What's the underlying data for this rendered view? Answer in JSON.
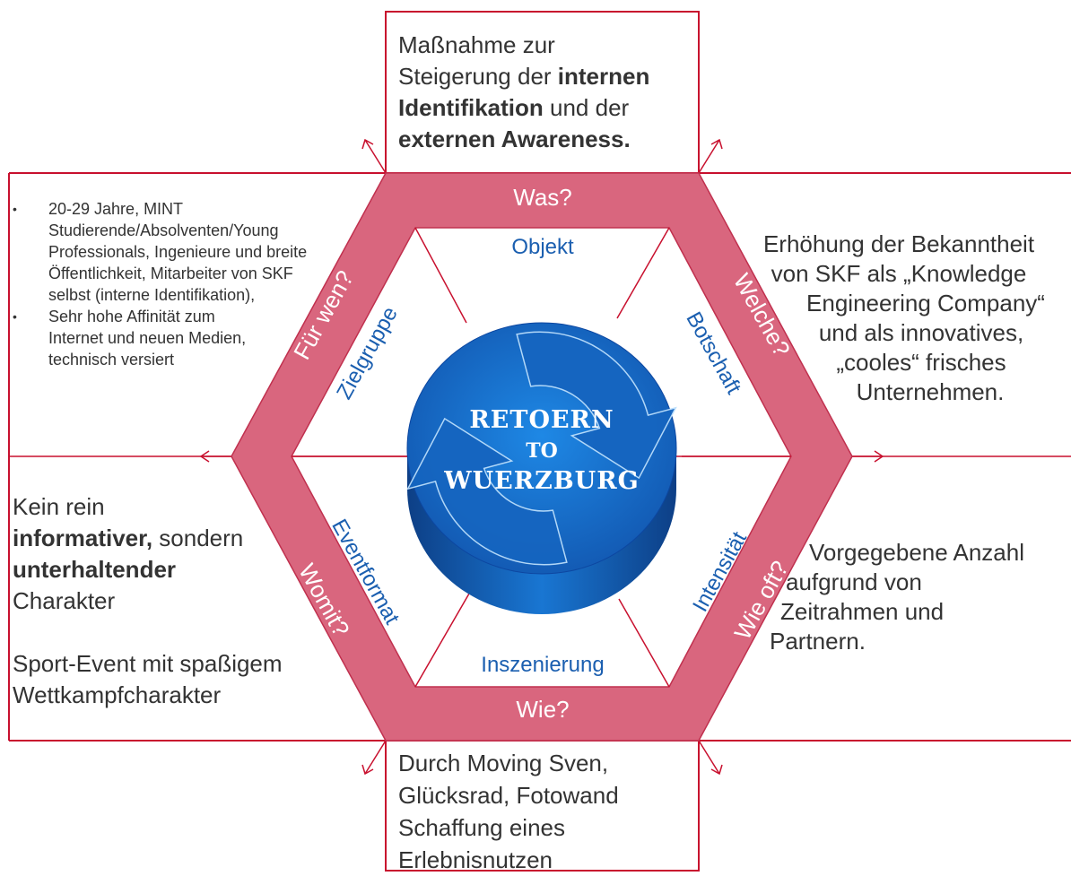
{
  "center": {
    "line1": "Retoern",
    "line2": "to",
    "line3": "Wuerzburg"
  },
  "questions": {
    "top": "Was?",
    "upper_right": "Welche?",
    "upper_left": "Für wen?",
    "lower_left": "Womit?",
    "lower_right": "Wie oft?",
    "bottom": "Wie?"
  },
  "inner_labels": {
    "objekt": "Objekt",
    "botschaft": "Botschaft",
    "zielgruppe": "Zielgruppe",
    "eventformat": "Eventformat",
    "intensitaet": "Intensität",
    "inszenierung": "Inszenierung"
  },
  "boxes": {
    "top": {
      "line1": "Maßnahme zur",
      "line2_pre": "Steigerung der ",
      "line2_bold": "internen",
      "line3_bold": "Identifikation",
      "line3_post": " und der",
      "line4_bold": "externen Awareness."
    },
    "left": {
      "item1": "20-29 Jahre, MINT Studierende/Absolventen/Young Professionals, Ingenieure und breite Öffentlichkeit, Mitarbeiter von SKF selbst (interne Identifikation),",
      "item2": "Sehr hohe Affinität zum Internet und neuen Medien, technisch versiert"
    },
    "right": {
      "line1": "Erhöhung der Bekanntheit",
      "line2": "von SKF als „Knowledge",
      "line3": "Engineering Company“",
      "line4": "und als innovatives,",
      "line5": "„cooles“ frisches",
      "line6": "Unternehmen."
    },
    "lower_left": {
      "line1": "Kein rein",
      "line2_bold": "informativer,",
      "line2_post": " sondern",
      "line3_bold": "unterhaltender",
      "line4": "Charakter",
      "line5": "Sport-Event mit spaßigem",
      "line6": "Wettkampfcharakter"
    },
    "lower_right": {
      "line1": "Vorgegebene Anzahl",
      "line2": "aufgrund von",
      "line3": "Zeitrahmen und",
      "line4": "Partnern."
    },
    "bottom": {
      "line1": "Durch Moving Sven,",
      "line2": "Glücksrad, Fotowand",
      "line3": "Schaffung eines",
      "line4": "Erlebnisnutzen"
    }
  },
  "colors": {
    "frame_red": "#c8102e",
    "hex_pink": "#d9667e",
    "hex_stroke": "#c0304e",
    "circle_blue": "#1565c0",
    "label_blue": "#1b5fb0"
  }
}
